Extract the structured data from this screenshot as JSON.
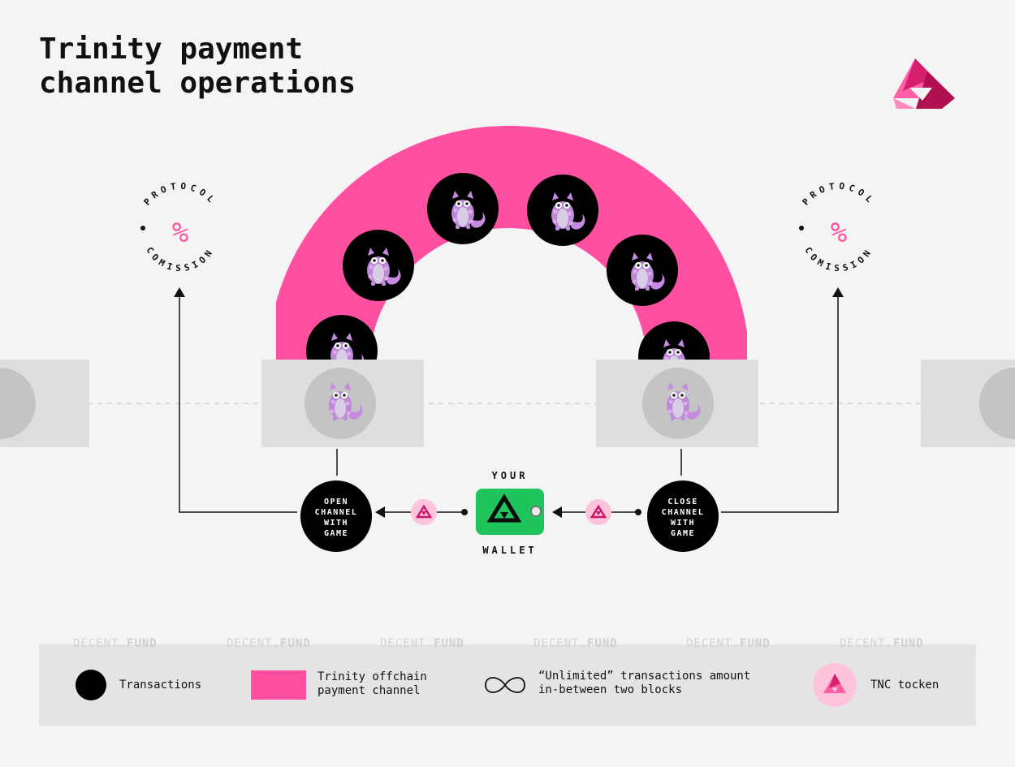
{
  "title": {
    "line1": "Trinity payment",
    "line2": "channel operations"
  },
  "diagram": {
    "protocol_badge_top": "PROTOCOL",
    "protocol_badge_bottom": "COMISSION",
    "protocol_symbol": "%",
    "open_channel": [
      "OPEN",
      "CHANNEL",
      "WITH",
      "GAME"
    ],
    "close_channel": [
      "CLOSE",
      "CHANNEL",
      "WITH",
      "GAME"
    ],
    "wallet_top": "YOUR",
    "wallet_bottom": "WALLET"
  },
  "watermark": {
    "prefix": "DECENT.",
    "suffix": "FUND"
  },
  "legend": {
    "transactions": "Transactions",
    "offchain": "Trinity offchain\npayment channel",
    "unlimited": "“Unlimited” transactions amount\nin-between two blocks",
    "token": "TNC tocken"
  },
  "colors": {
    "pink": "#ff4fa0",
    "token_bg": "#fcc3da",
    "wallet_green": "#1fc45c",
    "block_gray": "#dedede",
    "node_gray": "#c4c4c4",
    "logo_dark": "#b0104f",
    "logo_light": "#ff5fa7"
  }
}
